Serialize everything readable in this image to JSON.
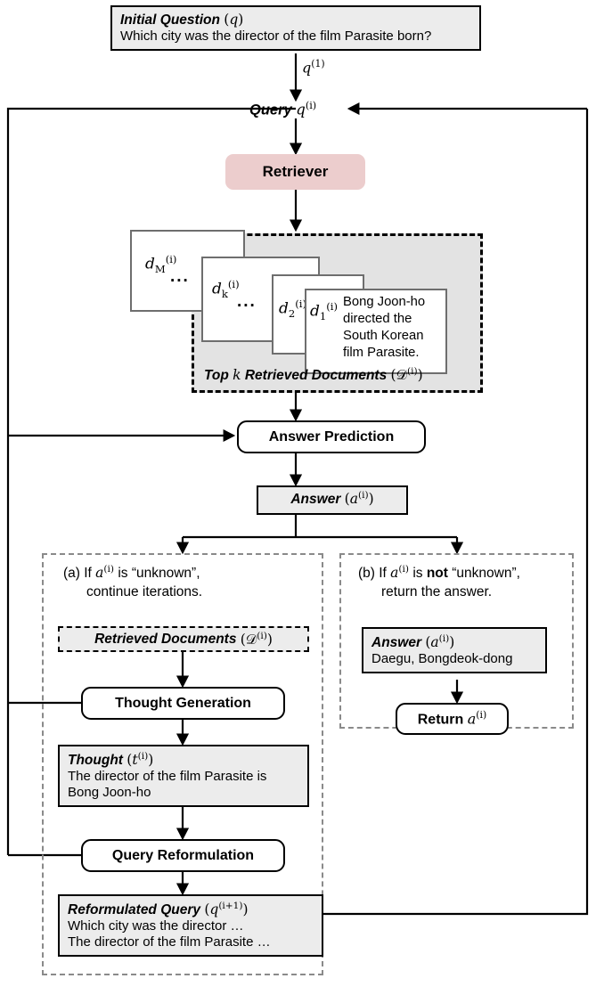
{
  "diagram": {
    "title_nodes": {
      "initial_question": {
        "label": "Initial Question",
        "symbol": "(q)",
        "text": "Which city was the director of the film Parasite born?"
      },
      "query": {
        "label": "Query",
        "symbol": "q(i)"
      },
      "retriever": {
        "label": "Retriever"
      },
      "answer_prediction": {
        "label": "Answer Prediction"
      },
      "thought_generation": {
        "label": "Thought Generation"
      },
      "query_reformulation": {
        "label": "Query Reformulation"
      },
      "return_box": {
        "label": "Return",
        "symbol": "a(i)"
      }
    },
    "edge_labels": {
      "q1": "q(1)"
    },
    "documents": {
      "group_label": "Top k Retrieved Documents",
      "group_symbol": "(D(i))",
      "cards": [
        {
          "id": "d_M",
          "base": "d",
          "sub": "M",
          "sup": "(i)",
          "text": ""
        },
        {
          "id": "d_k",
          "base": "d",
          "sub": "k",
          "sup": "(i)",
          "text": ""
        },
        {
          "id": "d_2",
          "base": "d",
          "sub": "2",
          "sup": "(i)",
          "text": ""
        },
        {
          "id": "d_1",
          "base": "d",
          "sub": "1",
          "sup": "(i)",
          "text": "Bong Joon-ho directed the South Korean film Parasite."
        }
      ],
      "ellipsis": "..."
    },
    "answer_box": {
      "label": "Answer",
      "symbol": "(a(i))"
    },
    "branch_a": {
      "caption_line1_pre": "(a) If ",
      "caption_line1_sym": "a(i)",
      "caption_line1_post": " is “unknown”,",
      "caption_line2": "continue iterations.",
      "retrieved_documents": {
        "label": "Retrieved Documents",
        "symbol": "(D(i))"
      },
      "thought": {
        "label": "Thought",
        "symbol": "(t(i))",
        "text_line1": "The director of the film Parasite is",
        "text_line2": "Bong Joon-ho"
      },
      "reformulated_query": {
        "label": "Reformulated Query",
        "symbol": "(q(i+1))",
        "text_line1": "Which city was the director …",
        "text_line2": "The director of the film Parasite …"
      }
    },
    "branch_b": {
      "caption_line1_pre": "(b) If ",
      "caption_line1_sym": "a(i)",
      "caption_line1_mid": " is ",
      "caption_line1_bold": "not",
      "caption_line1_post": " “unknown”,",
      "caption_line2": "return the answer.",
      "answer": {
        "label": "Answer",
        "symbol": "(a(i))",
        "text": "Daegu, Bongdeok-dong"
      }
    },
    "colors": {
      "retriever_fill": "#eccdcd",
      "data_fill": "#ececec",
      "group_fill": "#e3e3e3",
      "dash_gray": "#8a8a8a",
      "line": "#000000",
      "card_border": "#6e6e6e"
    }
  }
}
